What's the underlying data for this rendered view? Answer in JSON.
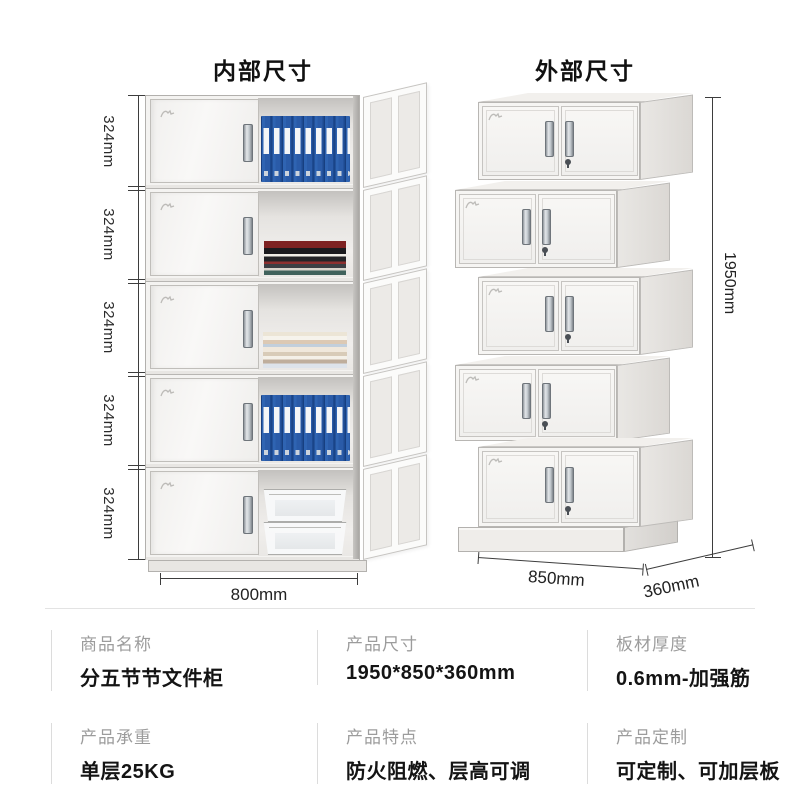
{
  "diagram": {
    "left": {
      "title": "内部尺寸",
      "width_label": "800mm",
      "sections": [
        {
          "label": "324mm",
          "content": "blue-binders"
        },
        {
          "label": "324mm",
          "content": "book-stack"
        },
        {
          "label": "324mm",
          "content": "magazine-stack"
        },
        {
          "label": "324mm",
          "content": "blue-binders"
        },
        {
          "label": "324mm",
          "content": "storage-bins"
        }
      ]
    },
    "right": {
      "title": "外部尺寸",
      "height_label": "1950mm",
      "width_label": "850mm",
      "depth_label": "360mm",
      "box_count": 5
    }
  },
  "specs": {
    "rows": [
      [
        {
          "label": "商品名称",
          "value": "分五节节文件柜"
        },
        {
          "label": "产品尺寸",
          "value": "1950*850*360mm"
        },
        {
          "label": "板材厚度",
          "value": "0.6mm-加强筋"
        }
      ],
      [
        {
          "label": "产品承重",
          "value": "单层25KG"
        },
        {
          "label": "产品特点",
          "value": "防火阻燃、层高可调"
        },
        {
          "label": "产品定制",
          "value": "可定制、可加层板"
        }
      ]
    ]
  },
  "colors": {
    "binder_blue": "#2a5ba8",
    "cabinet_body": "#f6f5f3",
    "dimension_line": "#3d3d3d",
    "label_gray": "#9c9c9c",
    "divider": "#e3e3e3"
  }
}
